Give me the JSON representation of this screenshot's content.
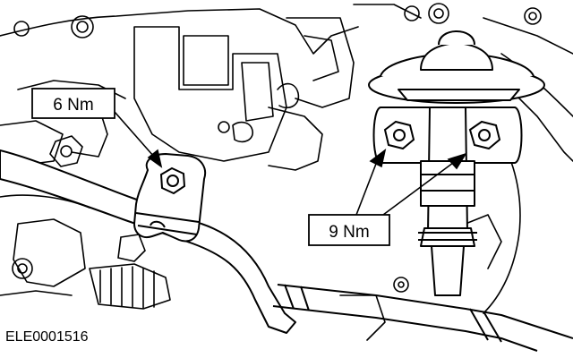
{
  "diagram": {
    "callouts": [
      {
        "label": "6 Nm"
      },
      {
        "label": "9 Nm"
      }
    ],
    "figure_id": "ELE0001516",
    "colors": {
      "ink": "#000000",
      "paper": "#ffffff"
    }
  }
}
